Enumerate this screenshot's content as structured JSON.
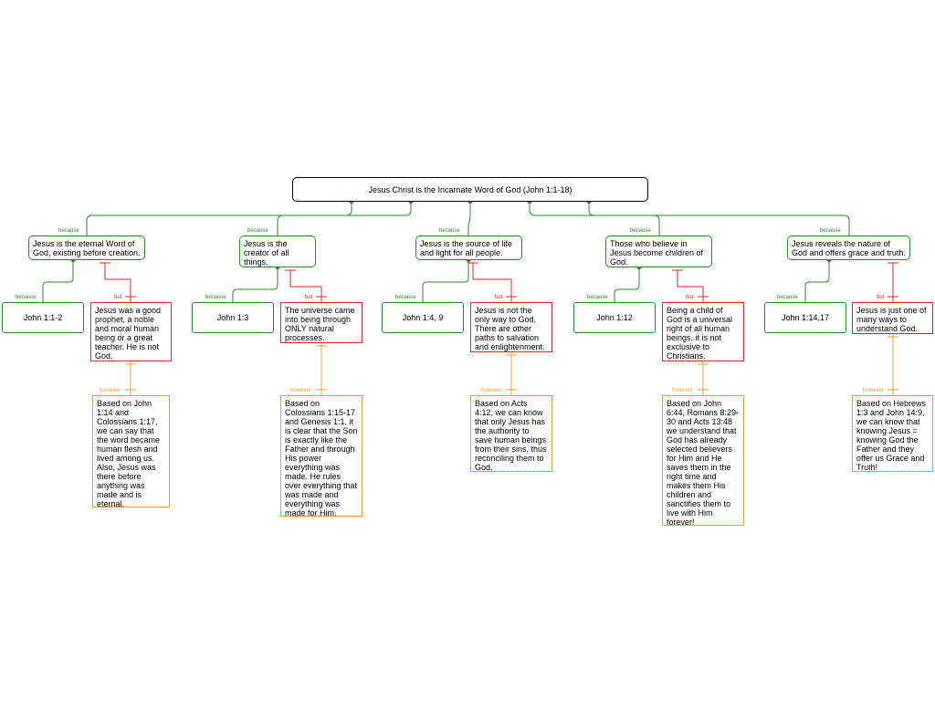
{
  "root": {
    "label": "Jesus Christ is the Incarnate Word of God (John 1:1-18)"
  },
  "connectors": {
    "because": "because",
    "but": "but",
    "however": "however"
  },
  "branches": [
    {
      "claim": "Jesus is the eternal Word of God, existing before creation.",
      "reference": "John 1:1-2",
      "objection": "Jesus was a good prophet, a noble and moral human being or a great teacher. He is not God.",
      "rebuttal": "Based on John 1:14 and Colossians 1:17, we can say that the word became human flesh and lived among us. Also, Jesus was there before anything was made and is eternal."
    },
    {
      "claim": "Jesus is the creator of all things.",
      "reference": "John 1:3",
      "objection": "The universe came into being through ONLY natural processes.",
      "rebuttal": "Based on Colossians 1:15-17 and Genesis 1:1, it is clear that the Son is exactly like the Father and through His power everything was made. He rules over everything that was made and everything was made for Him."
    },
    {
      "claim": "Jesus is the source of life and light for all people.",
      "reference": "John 1:4, 9",
      "objection": "Jesus is not the only way to God. There are other paths to salvation and enlightenment.",
      "rebuttal": "Based on Acts 4:12, we can know that only Jesus has the authority to save human beings from their sins, thus reconciling them to God."
    },
    {
      "claim": "Those who believe in Jesus become children of God.",
      "reference": "John 1:12",
      "objection": "Being a child of God is a universal right of all human beings, it is not exclusive to Christians.",
      "rebuttal": "Based on John 6:44, Romans 8:29-30 and Acts 13:48 we understand that God has already selected believers for Him and He saves them in the right time and makes them His children and sanctifies them to live with Him forever!"
    },
    {
      "claim": "Jesus reveals the nature of God and offers grace and truth.",
      "reference": "John 1:14,17",
      "objection": "Jesus is just one of many ways to understand God.",
      "rebuttal": "Based on Hebrews 1:3 and John 14:9, we can know that knowing Jesus = knowing God the Father and they offer us Grace and Truth!"
    }
  ],
  "colors": {
    "support": "#2a8a2a",
    "objection": "#d42a2a",
    "rebuttal": "#e8a030",
    "root_border": "#000000"
  }
}
